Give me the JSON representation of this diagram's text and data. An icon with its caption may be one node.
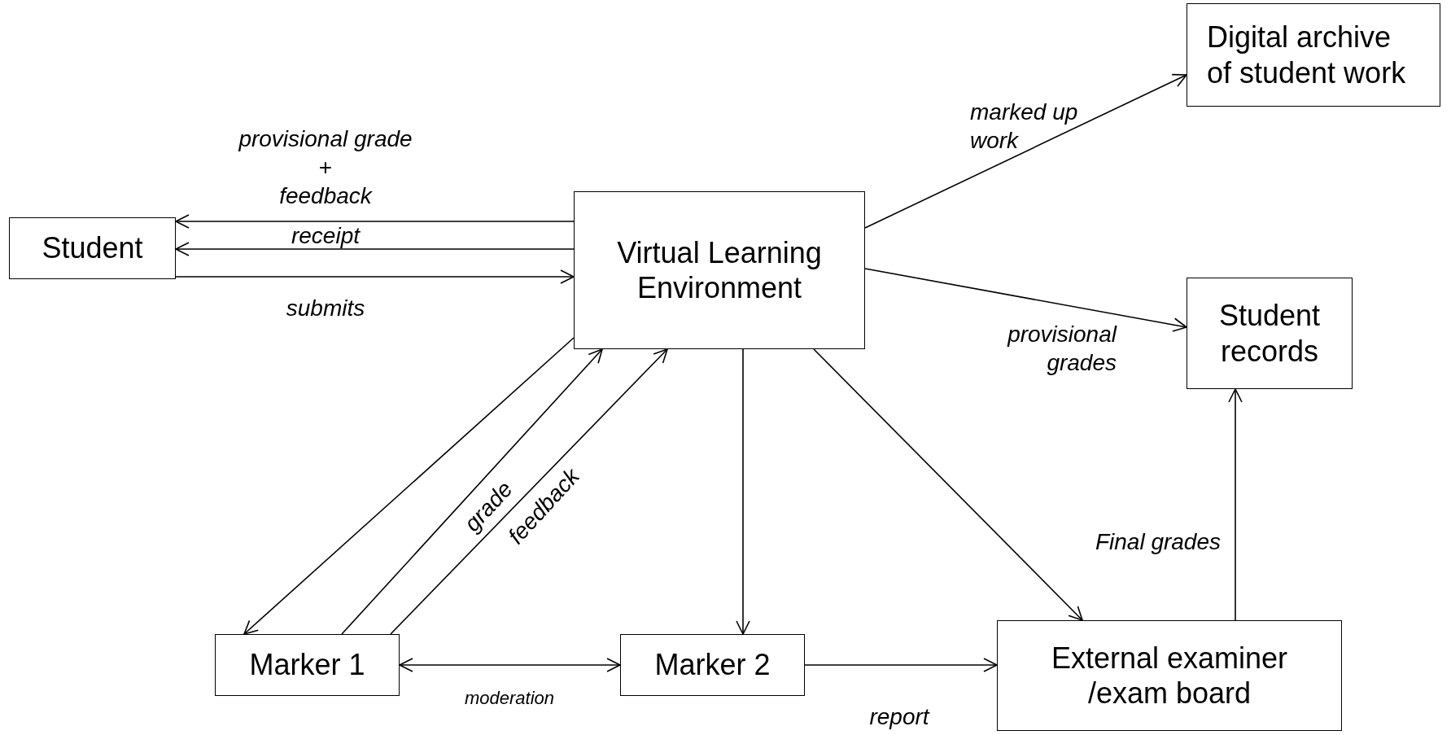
{
  "diagram": {
    "nodes": [
      {
        "text": [
          "Digital archive of student work"
        ]
      },
      {
        "text": [
          "Student"
        ]
      },
      {
        "text": [
          "Virtual Learning Environment"
        ]
      },
      {
        "text": [
          "Student records"
        ]
      },
      {
        "text": [
          "Marker 1"
        ]
      },
      {
        "text": [
          "Marker 2"
        ]
      },
      {
        "text": [
          "External examiner /exam board"
        ]
      }
    ],
    "edges": [
      {
        "from": 2,
        "to": 1,
        "arrow": "to",
        "label": "*provisional grade* + *feedback*"
      },
      {
        "from": 2,
        "to": 1,
        "arrow": "to",
        "label": "receipt"
      },
      {
        "from": 1,
        "to": 2,
        "arrow": "to",
        "label": "submits"
      },
      {
        "from": 2,
        "to": 4,
        "arrow": "to"
      },
      {
        "from": 4,
        "to": 2,
        "arrow": "to",
        "label": "grade"
      },
      {
        "from": 4,
        "to": 2,
        "arrow": "to",
        "label": "feedback"
      },
      {
        "from": 2,
        "to": 5,
        "arrow": "to"
      },
      {
        "from": 2,
        "to": 6,
        "arrow": "to"
      },
      {
        "from": 4,
        "to": 5,
        "arrow": "both",
        "label": "moderation"
      },
      {
        "from": 5,
        "to": 6,
        "arrow": "to",
        "label": "report"
      },
      {
        "from": 2,
        "to": 0,
        "arrow": "to",
        "label": "marked up work"
      },
      {
        "from": 2,
        "to": 3,
        "arrow": "to",
        "label": "provisional grades"
      },
      {
        "from": 6,
        "to": 3,
        "arrow": "to",
        "label": "Final grades"
      }
    ]
  }
}
